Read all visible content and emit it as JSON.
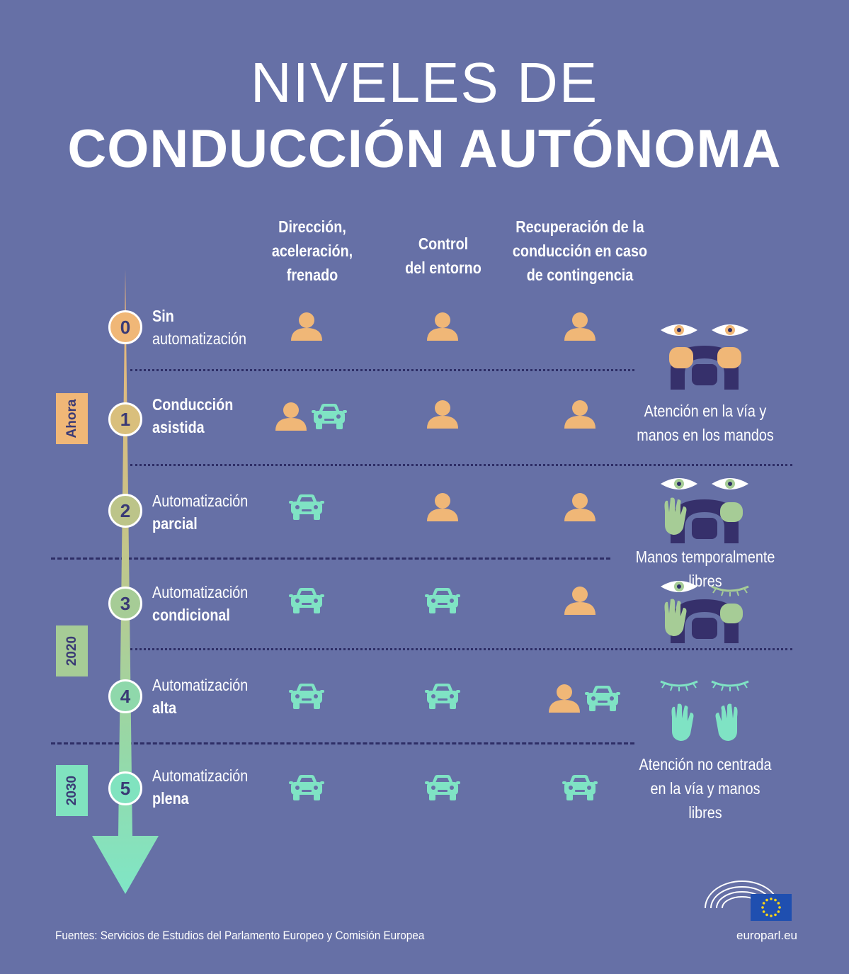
{
  "title": {
    "line1": "NIVELES DE",
    "line2": "CONDUCCIÓN AUTÓNOMA"
  },
  "columns": [
    {
      "lines": [
        "Dirección,",
        "aceleración,",
        "frenado"
      ]
    },
    {
      "lines": [
        "Control",
        "del entorno"
      ]
    },
    {
      "lines": [
        "Recuperación de la",
        "conducción en caso",
        "de contingencia"
      ]
    }
  ],
  "levels": [
    {
      "number": "0",
      "name": "Sin",
      "name2": "automatización",
      "bold": "first",
      "circle_color": "#f0b777",
      "cells": [
        "person",
        "person",
        "person"
      ]
    },
    {
      "number": "1",
      "name": "Conducción",
      "name2": "asistida",
      "bold": "both",
      "circle_color": "#d9bf7c",
      "cells": [
        "person+car",
        "person",
        "person"
      ]
    },
    {
      "number": "2",
      "name": "Automatización",
      "name2": "parcial",
      "bold": "second",
      "circle_color": "#bcc489",
      "cells": [
        "car",
        "person",
        "person"
      ]
    },
    {
      "number": "3",
      "name": "Automatización",
      "name2": "condicional",
      "bold": "second",
      "circle_color": "#a6cc96",
      "cells": [
        "car",
        "car",
        "person"
      ]
    },
    {
      "number": "4",
      "name": "Automatización",
      "name2": "alta",
      "bold": "second",
      "circle_color": "#8fd8ab",
      "cells": [
        "car",
        "car",
        "person+car"
      ]
    },
    {
      "number": "5",
      "name": "Automatización",
      "name2": "plena",
      "bold": "second",
      "circle_color": "#80e3bf",
      "cells": [
        "car",
        "car",
        "car"
      ]
    }
  ],
  "badges": [
    {
      "text": "Ahora",
      "color": "#f0b777"
    },
    {
      "text": "2020",
      "color": "#a6cc96"
    },
    {
      "text": "2030",
      "color": "#80e3bf"
    }
  ],
  "right_labels": {
    "attention_hands": [
      "Atención en la vía y",
      "manos en los mandos"
    ],
    "hands_free": "Manos temporalmente libres",
    "no_attention": [
      "Atención no centrada",
      "en la vía y manos libres"
    ]
  },
  "source": "Fuentes: Servicios de Estudios del Parlamento Europeo y Comisión Europea",
  "site": "europarl.eu",
  "colors": {
    "background": "#6670a6",
    "person": "#f0b777",
    "car": "#7fe3c4",
    "dark": "#2e2e66",
    "eye_green": "#a6cc96",
    "eu_blue": "#1f4fb0",
    "eu_star": "#ffd617"
  },
  "icons": [
    "person-icon",
    "car-icon",
    "eye-open-icon",
    "eye-closed-icon",
    "steering-wheel-icon",
    "hand-icon",
    "parliament-logo-icon",
    "eu-flag-icon"
  ]
}
